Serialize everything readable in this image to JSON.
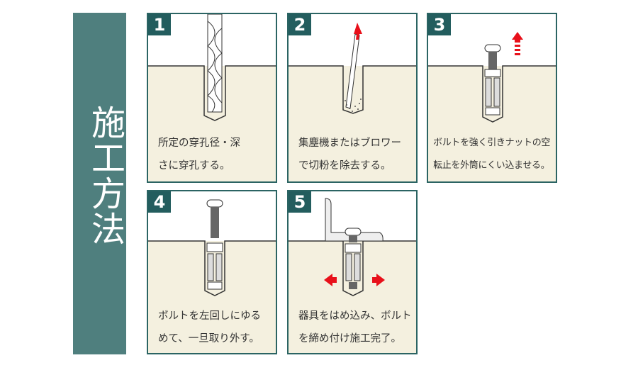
{
  "title": "施工方法",
  "steps": [
    {
      "number": "1",
      "line1": "所定の穿孔径・深",
      "line2": "さに穿孔する。"
    },
    {
      "number": "2",
      "line1": "集塵機またはブロワー",
      "line2": "で切粉を除去する。"
    },
    {
      "number": "3",
      "line1": "ボルトを強く引きナットの空",
      "line2": "転止を外筒にくい込ませる。"
    },
    {
      "number": "4",
      "line1": "ボルトを左回しにゆる",
      "line2": "めて、一旦取り外す。"
    },
    {
      "number": "5",
      "line1": "器具をはめ込み、ボルト",
      "line2": "を締め付け施工完了。"
    }
  ],
  "colors": {
    "accent": "#235d5e",
    "sidebar": "#4f7f7e",
    "ground": "#f4f0df",
    "arrow": "#e8101a"
  }
}
